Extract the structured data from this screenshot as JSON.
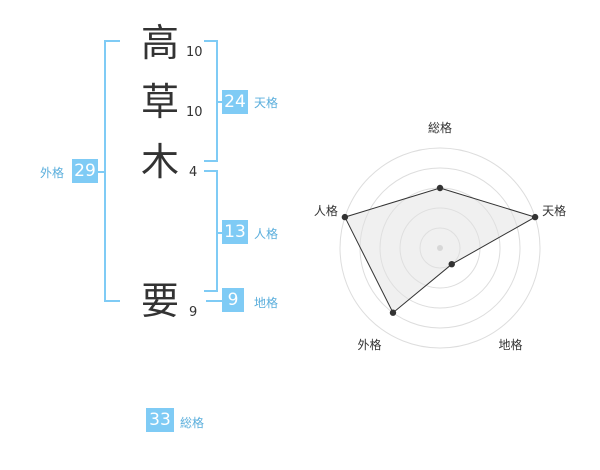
{
  "characters": [
    {
      "char": "高",
      "strokes": "10"
    },
    {
      "char": "草",
      "strokes": "10"
    },
    {
      "char": "木",
      "strokes": "4"
    },
    {
      "char": "要",
      "strokes": "9"
    }
  ],
  "kaku": {
    "tenkaku": {
      "label": "天格",
      "value": "24"
    },
    "jinkaku": {
      "label": "人格",
      "value": "13"
    },
    "chikaku": {
      "label": "地格",
      "value": "9"
    },
    "gaikaku": {
      "label": "外格",
      "value": "29"
    },
    "soukaku": {
      "label": "総格",
      "value": "33"
    }
  },
  "colors": {
    "accent": "#7fcbf5",
    "text": "#333333",
    "label": "#5aaedc"
  },
  "chart_data": {
    "type": "radar",
    "axes": [
      "総格",
      "天格",
      "地格",
      "外格",
      "人格"
    ],
    "values": [
      0.6,
      1.0,
      0.2,
      0.8,
      1.0
    ],
    "max": 1.0,
    "rings": 5
  }
}
